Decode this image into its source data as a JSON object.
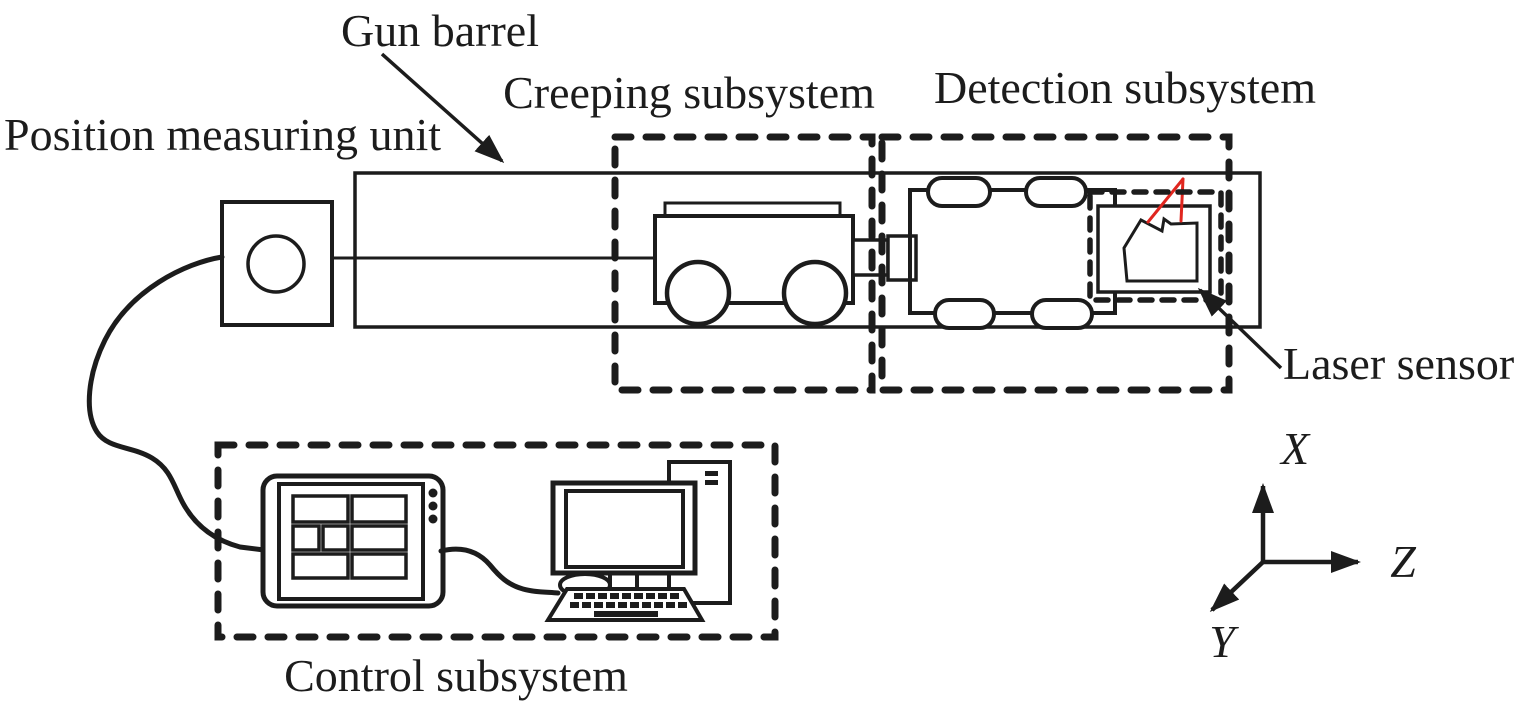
{
  "figure": {
    "type": "schematic-diagram",
    "description": "Gun barrel inner-bore measuring system schematic with creeping, detection and control subsystems"
  },
  "labels": {
    "gun_barrel": "Gun barrel",
    "position_measuring_unit": "Position measuring unit",
    "creeping_subsystem": "Creeping subsystem",
    "detection_subsystem": "Detection subsystem",
    "laser_sensor": "Laser sensor",
    "control_subsystem": "Control subsystem"
  },
  "axes": {
    "x": "X",
    "y": "Y",
    "z": "Z"
  },
  "colors": {
    "line": "#1c1c1c",
    "laser": "#e0261f",
    "background": "#ffffff"
  },
  "components": [
    "position-measuring-unit",
    "gun-barrel",
    "creeping-cart",
    "detection-carriage",
    "laser-sensor-head",
    "control-tablet",
    "desktop-computer",
    "coordinate-axes"
  ]
}
